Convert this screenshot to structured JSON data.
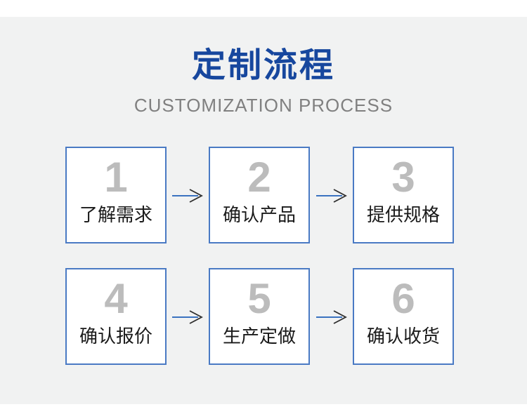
{
  "header": {
    "title": "定制流程",
    "subtitle": "CUSTOMIZATION PROCESS"
  },
  "steps": [
    {
      "number": "1",
      "label": "了解需求"
    },
    {
      "number": "2",
      "label": "确认产品"
    },
    {
      "number": "3",
      "label": "提供规格"
    },
    {
      "number": "4",
      "label": "确认报价"
    },
    {
      "number": "5",
      "label": "生产定做"
    },
    {
      "number": "6",
      "label": "确认收货"
    }
  ],
  "icons": {
    "arrow": "arrow-right-icon"
  },
  "colors": {
    "title_blue": "#17479E",
    "subtitle_gray": "#808080",
    "background_gray": "#F1F2F2",
    "box_border_blue": "#4A7AC4",
    "number_gray": "#BCBCBC",
    "label_black": "#1A1A1A",
    "arrow_shaft_blue": "#3A72C0",
    "arrow_head_dark": "#2E2E2E",
    "page_white": "#FFFFFF"
  }
}
